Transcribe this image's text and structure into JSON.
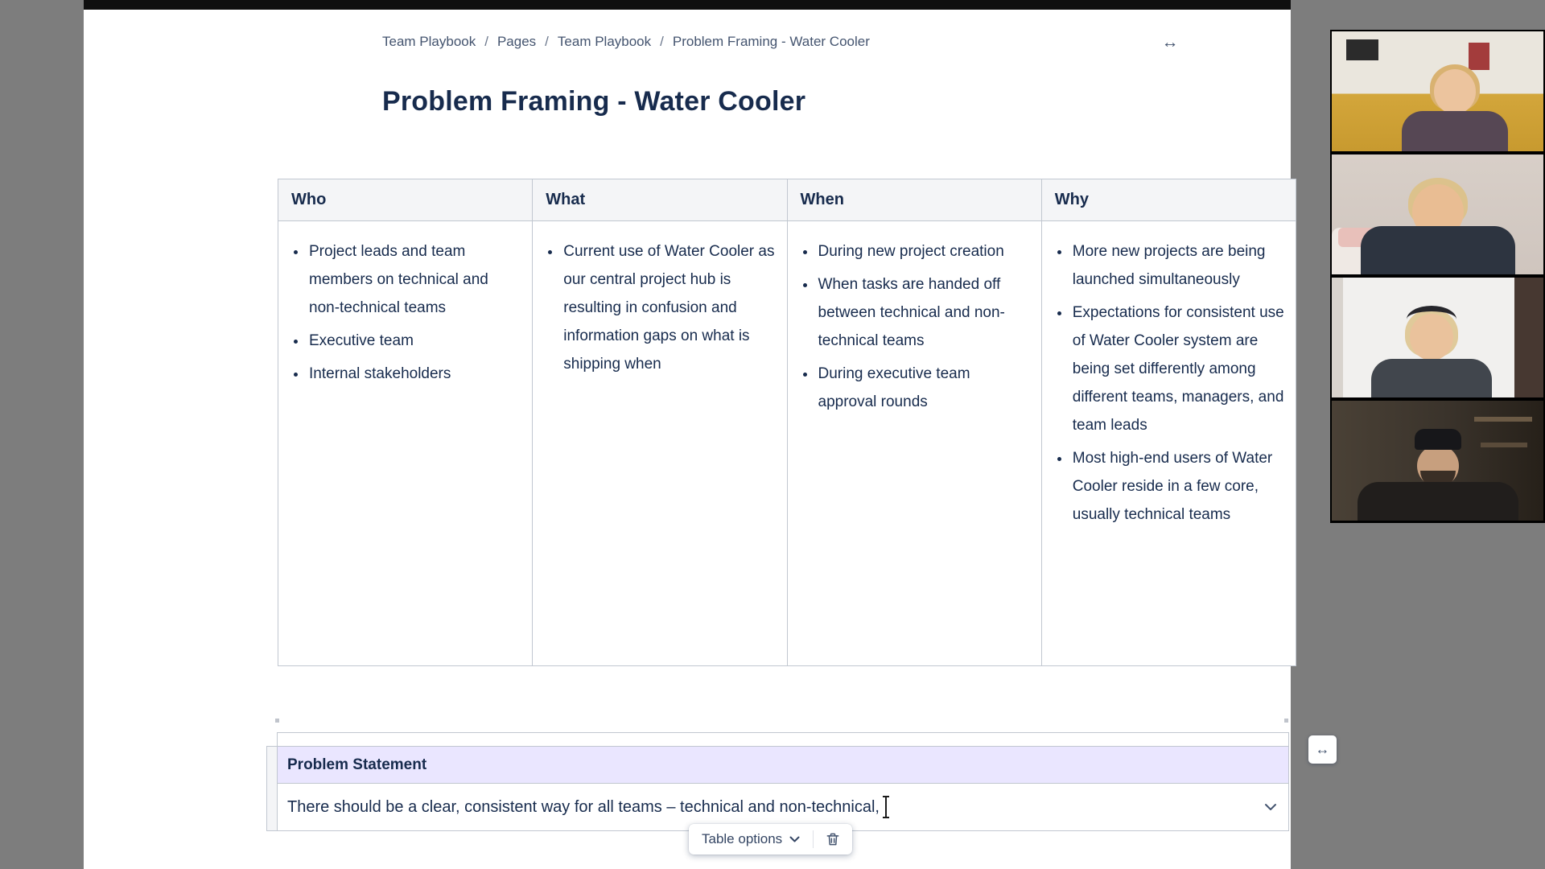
{
  "colors": {
    "breadcrumb_link": "#44546F",
    "heading_text": "#172B4D",
    "body_text": "#172B4D",
    "table_border": "#C1C7D0",
    "table_header_bg": "#F4F5F7",
    "statement_header_bg": "#EAE6FF",
    "desktop_background": "#7D7D7D"
  },
  "icons": {
    "expand_width": "↔"
  },
  "breadcrumb": {
    "items": [
      "Team Playbook",
      "Pages",
      "Team Playbook",
      "Problem Framing - Water Cooler"
    ],
    "separator": "/"
  },
  "page": {
    "title": "Problem Framing - Water Cooler"
  },
  "table": {
    "columns": [
      {
        "header": "Who",
        "items": [
          "Project leads and team members on technical and non-technical teams",
          "Executive team",
          "Internal stakeholders"
        ]
      },
      {
        "header": "What",
        "items": [
          "Current use of Water Cooler as our central project hub is resulting in confusion and information gaps on what is shipping when"
        ]
      },
      {
        "header": "When",
        "items": [
          "During new project creation",
          "When tasks are handed off between technical and non-technical teams",
          "During executive team approval rounds"
        ]
      },
      {
        "header": "Why",
        "items": [
          "More new projects are being launched simultaneously",
          "Expectations for consistent use of Water Cooler system are being set differently among different teams, managers, and team leads",
          "Most high-end users of Water Cooler reside in a few core, usually technical teams"
        ]
      }
    ]
  },
  "problem_statement": {
    "header": "Problem Statement",
    "text": "There should be a clear, consistent way for all teams – technical and non-technical,"
  },
  "table_toolbar": {
    "options_label": "Table options"
  }
}
